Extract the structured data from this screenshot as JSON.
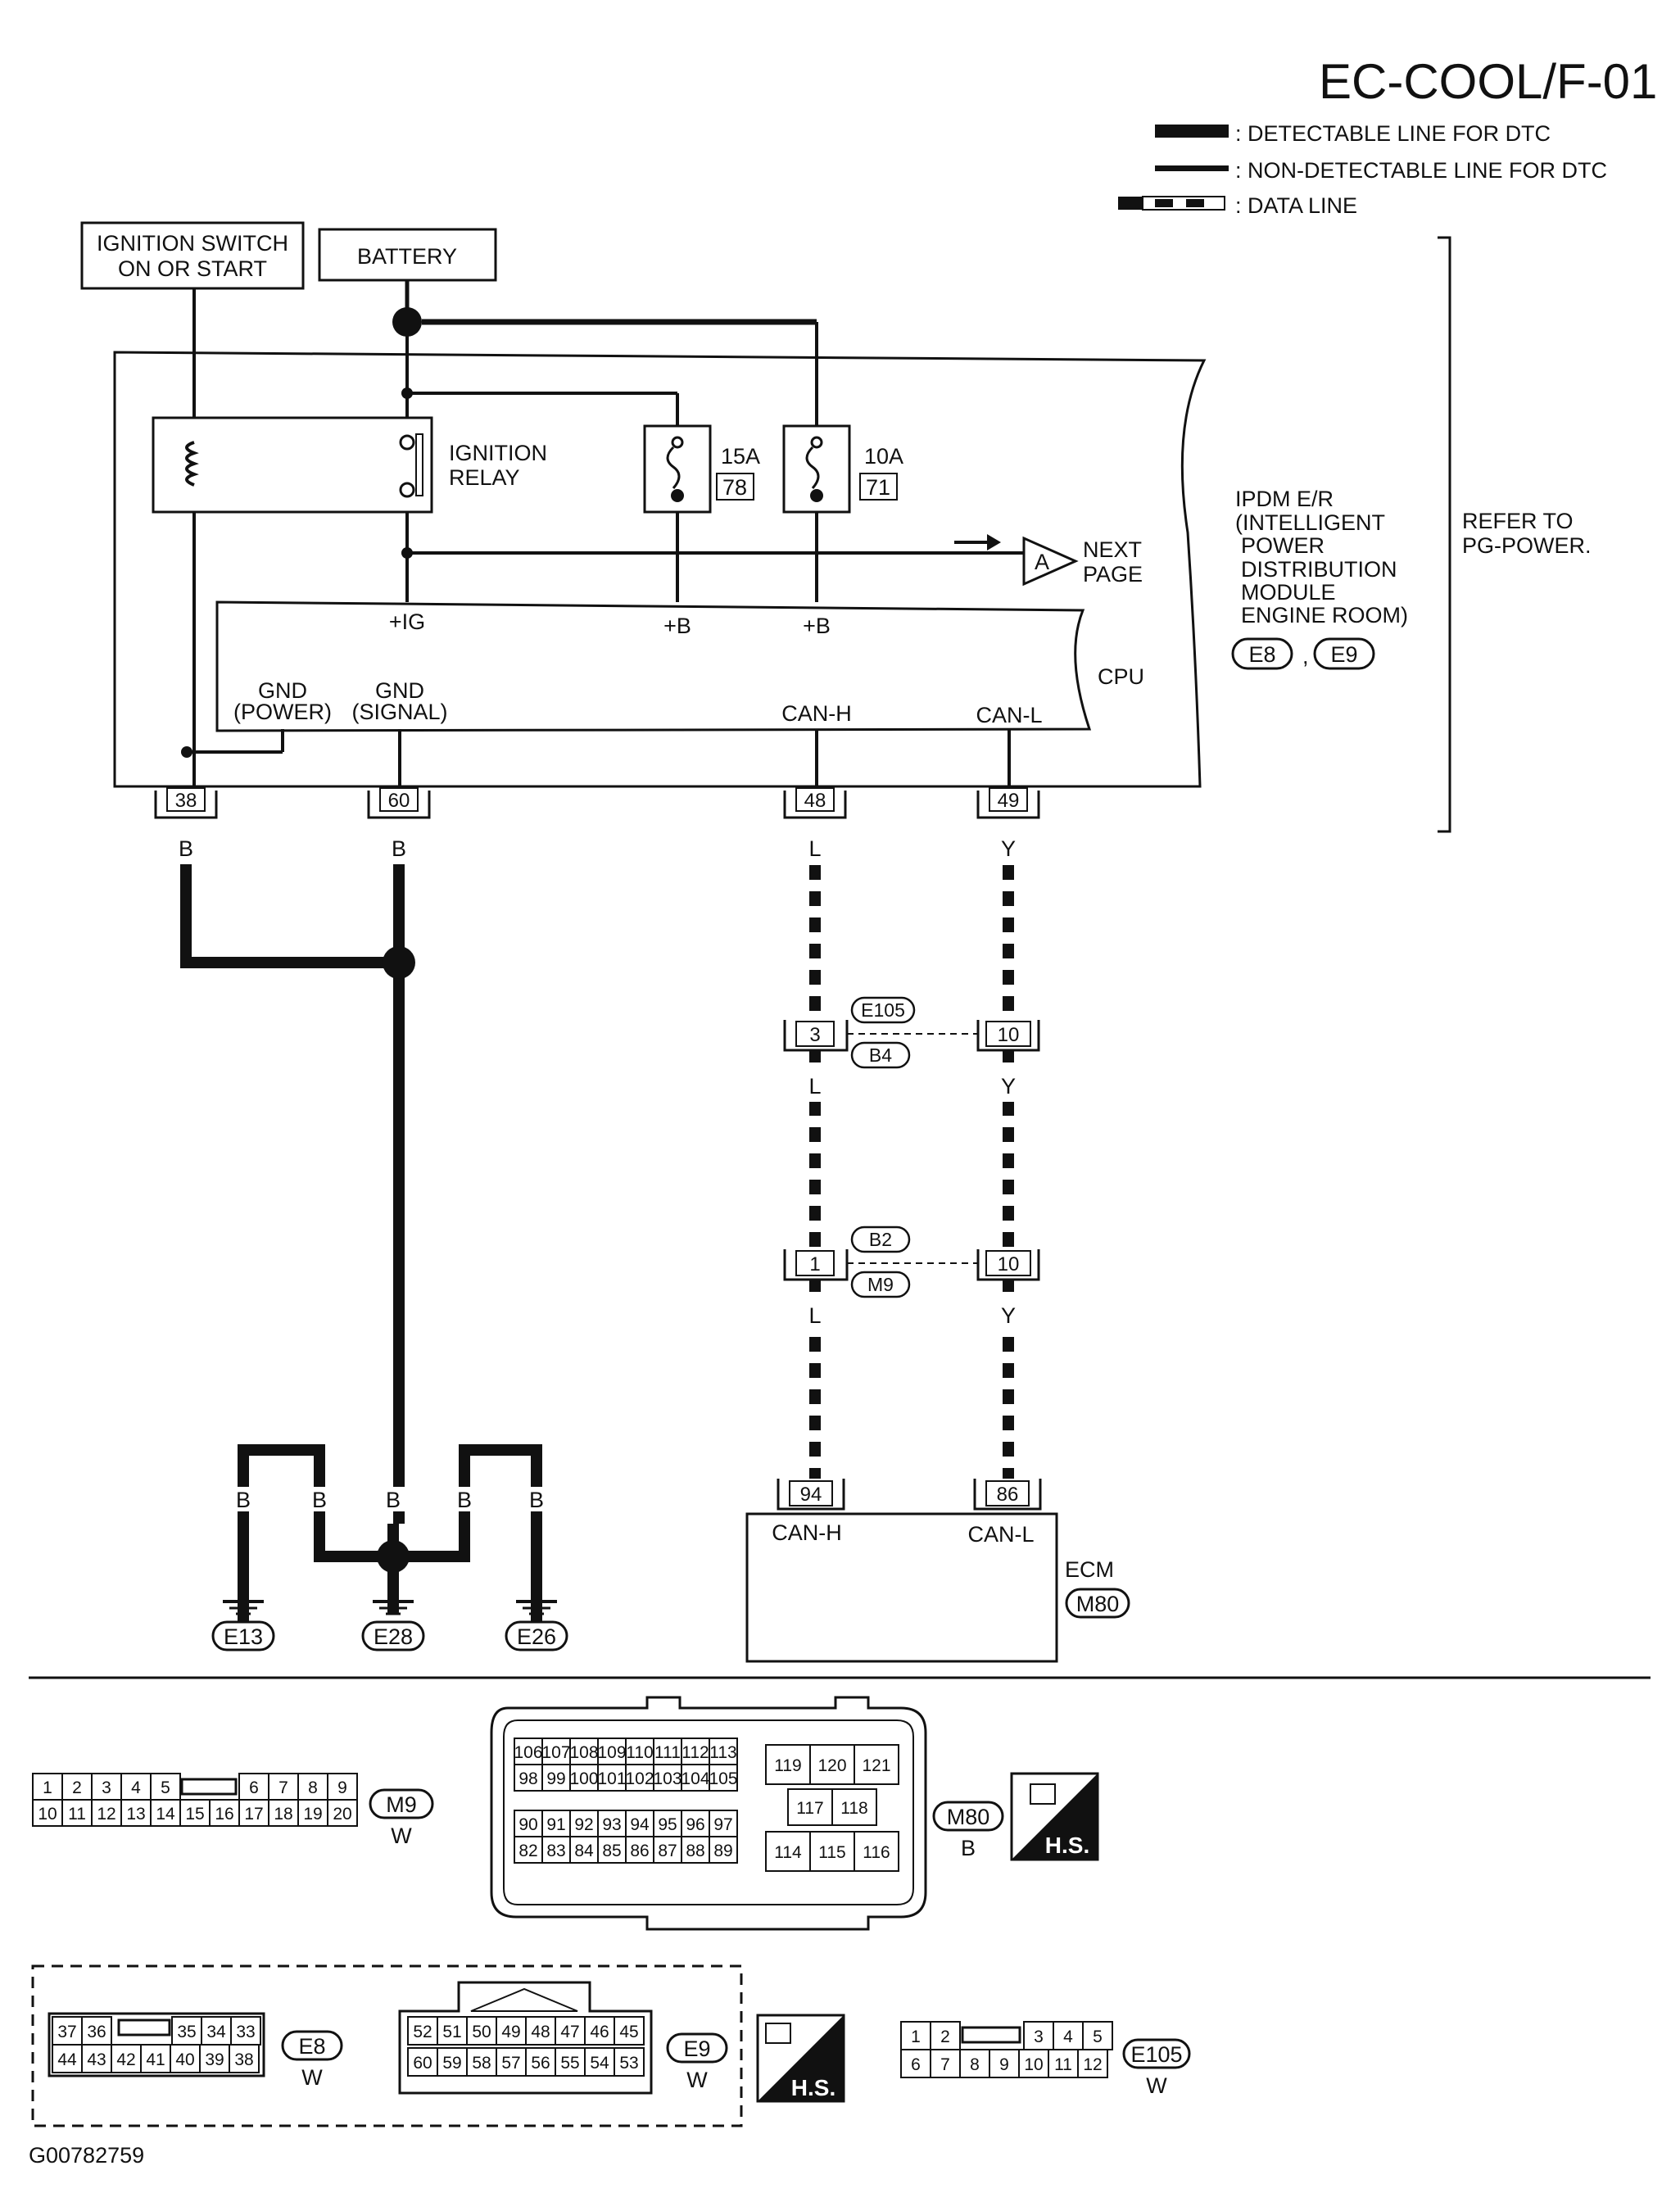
{
  "header": {
    "title": "EC-COOL/F-01",
    "legend": {
      "detectable": ": DETECTABLE LINE FOR DTC",
      "non_detectable": ": NON-DETECTABLE LINE FOR DTC",
      "data_line": ": DATA LINE"
    }
  },
  "sources": {
    "ignition_switch": [
      "IGNITION SWITCH",
      "ON OR START"
    ],
    "battery": "BATTERY"
  },
  "ipdm": {
    "relay_label": [
      "IGNITION",
      "RELAY"
    ],
    "fuse1": {
      "rating": "15A",
      "number": "78"
    },
    "fuse2": {
      "rating": "10A",
      "number": "71"
    },
    "next_page": {
      "marker": "A",
      "text": [
        "NEXT",
        "PAGE"
      ]
    },
    "terminal_ig": "+IG",
    "terminal_b1": "+B",
    "terminal_b2": "+B",
    "cpu": "CPU",
    "gnd_power": [
      "GND",
      "(POWER)"
    ],
    "gnd_signal": [
      "GND",
      "(SIGNAL)"
    ],
    "can_h": "CAN-H",
    "can_l": "CAN-L",
    "module_name": [
      "IPDM E/R",
      "(INTELLIGENT",
      "POWER",
      "DISTRIBUTION",
      "MODULE",
      "ENGINE ROOM)"
    ],
    "connectors": [
      "E8",
      "E9"
    ],
    "connector_sep": ",",
    "refer_to": [
      "REFER TO",
      "PG-POWER."
    ]
  },
  "pins": {
    "p38": "38",
    "p60": "60",
    "p48": "48",
    "p49": "49",
    "j1_left": "3",
    "j1_right": "10",
    "j2_left": "1",
    "j2_right": "10",
    "ecm_left": "94",
    "ecm_right": "86"
  },
  "wires": {
    "c38": "B",
    "c60": "B",
    "c48": "L",
    "c49": "Y",
    "j1_left": "L",
    "j1_right": "Y",
    "j2_left": "L",
    "j2_right": "Y",
    "gnd1": "B",
    "gnd2": "B",
    "gnd3": "B",
    "gnd4": "B",
    "gnd5": "B"
  },
  "junctions": {
    "j1_top": "E105",
    "j1_bottom": "B4",
    "j2_top": "B2",
    "j2_bottom": "M9"
  },
  "grounds": {
    "g1": "E13",
    "g2": "E28",
    "g3": "E26"
  },
  "ecm": {
    "can_h": "CAN-H",
    "can_l": "CAN-L",
    "name": "ECM",
    "connector": "M80"
  },
  "connector_views": {
    "m9": {
      "id": "M9",
      "color": "W",
      "row1_left": [
        "1",
        "2",
        "3",
        "4",
        "5"
      ],
      "row1_right": [
        "6",
        "7",
        "8",
        "9"
      ],
      "row2": [
        "10",
        "11",
        "12",
        "13",
        "14",
        "15",
        "16",
        "17",
        "18",
        "19",
        "20"
      ]
    },
    "m80": {
      "id": "M80",
      "color": "B",
      "block1_row1": [
        "106",
        "107",
        "108",
        "109",
        "110",
        "111",
        "112",
        "113"
      ],
      "block1_row2": [
        "98",
        "99",
        "100",
        "101",
        "102",
        "103",
        "104",
        "105"
      ],
      "block2_row1": [
        "90",
        "91",
        "92",
        "93",
        "94",
        "95",
        "96",
        "97"
      ],
      "block2_row2": [
        "82",
        "83",
        "84",
        "85",
        "86",
        "87",
        "88",
        "89"
      ],
      "right_row1": [
        "119",
        "120",
        "121"
      ],
      "right_row2": [
        "117",
        "118"
      ],
      "right_row3": [
        "114",
        "115",
        "116"
      ],
      "hs": "H.S."
    },
    "e8": {
      "id": "E8",
      "color": "W",
      "row1_left": [
        "37",
        "36"
      ],
      "row1_right": [
        "35",
        "34",
        "33"
      ],
      "row2": [
        "44",
        "43",
        "42",
        "41",
        "40",
        "39",
        "38"
      ]
    },
    "e9": {
      "id": "E9",
      "color": "W",
      "row1": [
        "52",
        "51",
        "50",
        "49",
        "48",
        "47",
        "46",
        "45"
      ],
      "row2": [
        "60",
        "59",
        "58",
        "57",
        "56",
        "55",
        "54",
        "53"
      ],
      "hs": "H.S."
    },
    "e105": {
      "id": "E105",
      "color": "W",
      "row1_left": [
        "1",
        "2"
      ],
      "row1_right": [
        "3",
        "4",
        "5"
      ],
      "row2": [
        "6",
        "7",
        "8",
        "9",
        "10",
        "11",
        "12"
      ]
    }
  },
  "footer": {
    "code": "G00782759"
  },
  "colors": {
    "ink": "#111111",
    "paper": "#ffffff"
  }
}
